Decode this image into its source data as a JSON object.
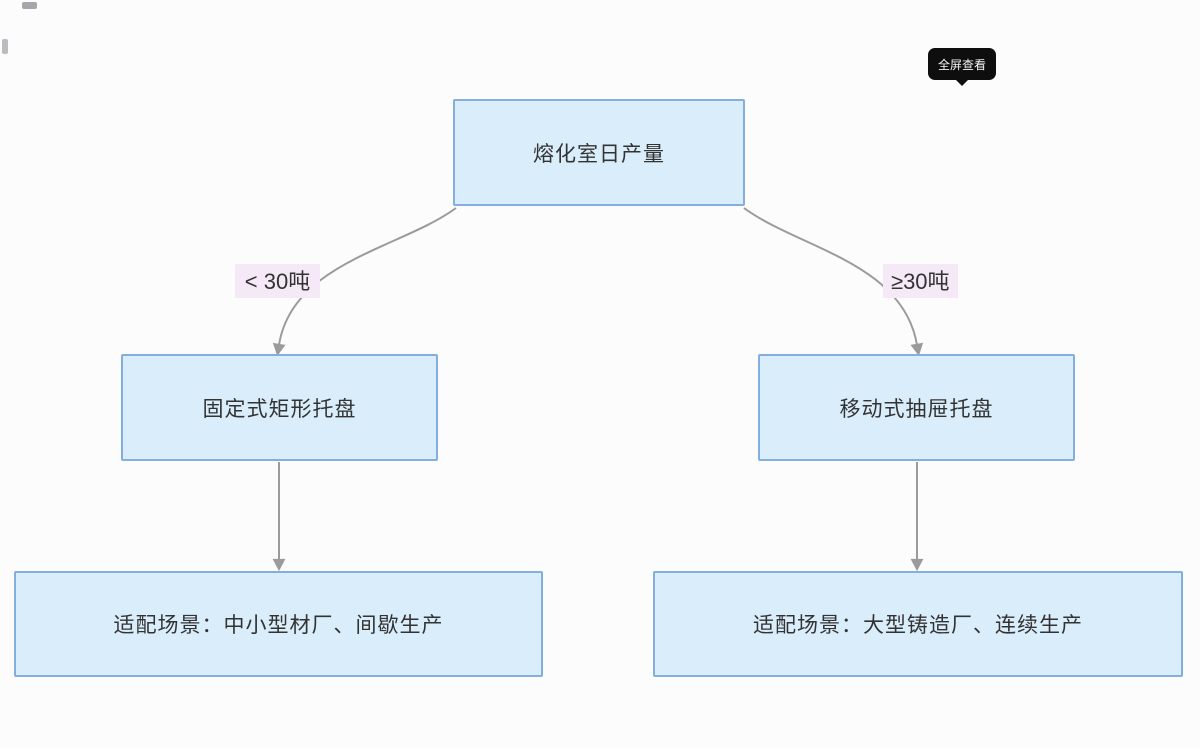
{
  "colors": {
    "canvas_bg": "#fcfcfd",
    "node_fill": "#daedfb",
    "node_border": "#84aede",
    "node_text": "#333333",
    "edge_label_bg": "#f5e9f8",
    "edge_label_text": "#333333",
    "connector": "#9b9b9b",
    "tooltip_bg": "#0e0e0e",
    "tooltip_text": "#f5f5f5"
  },
  "tooltip": {
    "label": "全屏查看"
  },
  "diagram": {
    "root": "熔化室日产量",
    "edge_left": "< 30吨",
    "edge_right": "≥30吨",
    "branch_left": "固定式矩形托盘",
    "branch_right": "移动式抽屉托盘",
    "leaf_left": "适配场景：中小型材厂、间歇生产",
    "leaf_right": "适配场景：大型铸造厂、连续生产"
  }
}
